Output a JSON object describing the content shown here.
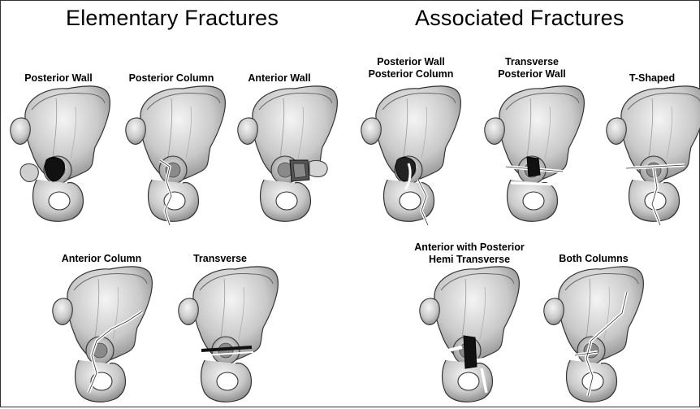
{
  "headings": {
    "elementary": "Elementary Fractures",
    "associated": "Associated Fractures"
  },
  "elementary": [
    {
      "label": "Posterior Wall"
    },
    {
      "label": "Posterior Column"
    },
    {
      "label": "Anterior Wall"
    },
    {
      "label": "Anterior Column"
    },
    {
      "label": "Transverse"
    }
  ],
  "associated": [
    {
      "label_line1": "Posterior Wall",
      "label_line2": "Posterior Column"
    },
    {
      "label_line1": "Transverse",
      "label_line2": "Posterior Wall"
    },
    {
      "label": "T-Shaped"
    },
    {
      "label_line1": "Anterior with Posterior",
      "label_line2": "Hemi Transverse"
    },
    {
      "label": "Both Columns"
    }
  ]
}
